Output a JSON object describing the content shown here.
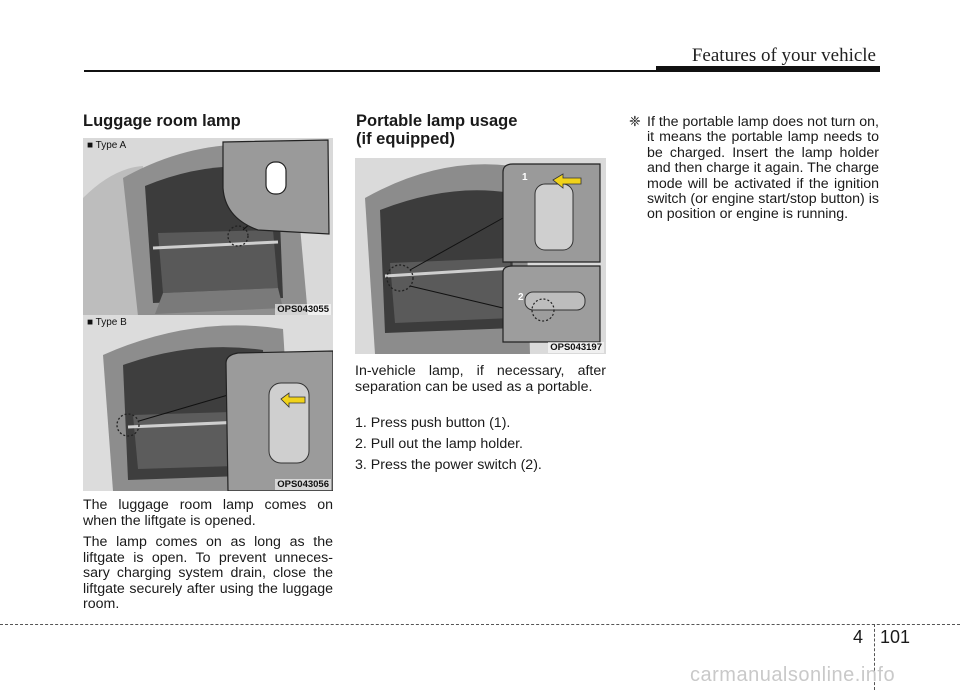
{
  "header": {
    "section_title": "Features of your vehicle"
  },
  "col1": {
    "heading": "Luggage room lamp",
    "fig_a": {
      "type_label": "■ Type A",
      "code": "OPS043055"
    },
    "fig_b": {
      "type_label": "■ Type B",
      "code": "OPS043056"
    },
    "para1": "The luggage room lamp comes on when the liftgate is opened.",
    "para2": "The lamp comes on as long as the liftgate is open. To prevent unneces-sary charging system drain, close the liftgate securely after using the luggage room."
  },
  "col2": {
    "heading_line1": "Portable lamp usage",
    "heading_line2": "(if equipped)",
    "fig": {
      "code": "OPS043197",
      "callout1": "1",
      "callout2": "2"
    },
    "para1": "In-vehicle lamp, if necessary, after separation can be used as a portable.",
    "steps": [
      "1. Press push button (1).",
      "2. Pull out the lamp holder.",
      "3. Press the power switch (2)."
    ]
  },
  "col3": {
    "note_mark": "❈",
    "note_text": "If the portable lamp does not turn on, it means the portable lamp needs to be charged. Insert the lamp holder and then charge it again. The charge mode will be activated if the ignition switch (or engine start/stop button) is on position or engine is running."
  },
  "footer": {
    "chapter": "4",
    "page": "101",
    "watermark": "carmanualsonline.info"
  }
}
